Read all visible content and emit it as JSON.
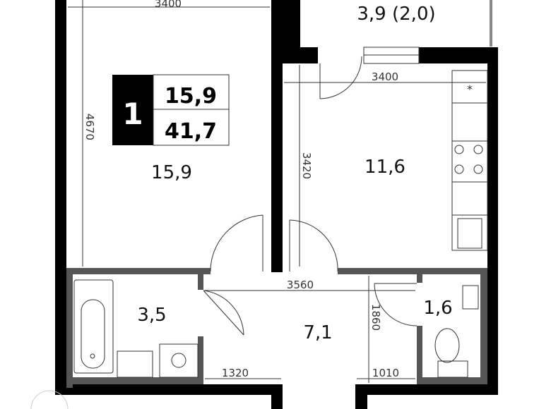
{
  "badge": {
    "rooms": "1",
    "living_area": "15,9",
    "total_area": "41,7"
  },
  "rooms": {
    "balcony": "3,9 (2,0)",
    "bedroom": "15,9",
    "kitchen": "11,6",
    "bathroom": "3,5",
    "hall": "7,1",
    "toilet": "1,6"
  },
  "dimensions": {
    "bedroom_width": "3400",
    "bedroom_length": "4670",
    "kitchen_width": "3400",
    "kitchen_length": "3420",
    "hall_width": "3560",
    "hall_length": "1860",
    "bath_to_entry": "1320",
    "entry_to_toilet": "1010"
  },
  "colors": {
    "wall": "#000000",
    "partition": "#555555"
  }
}
